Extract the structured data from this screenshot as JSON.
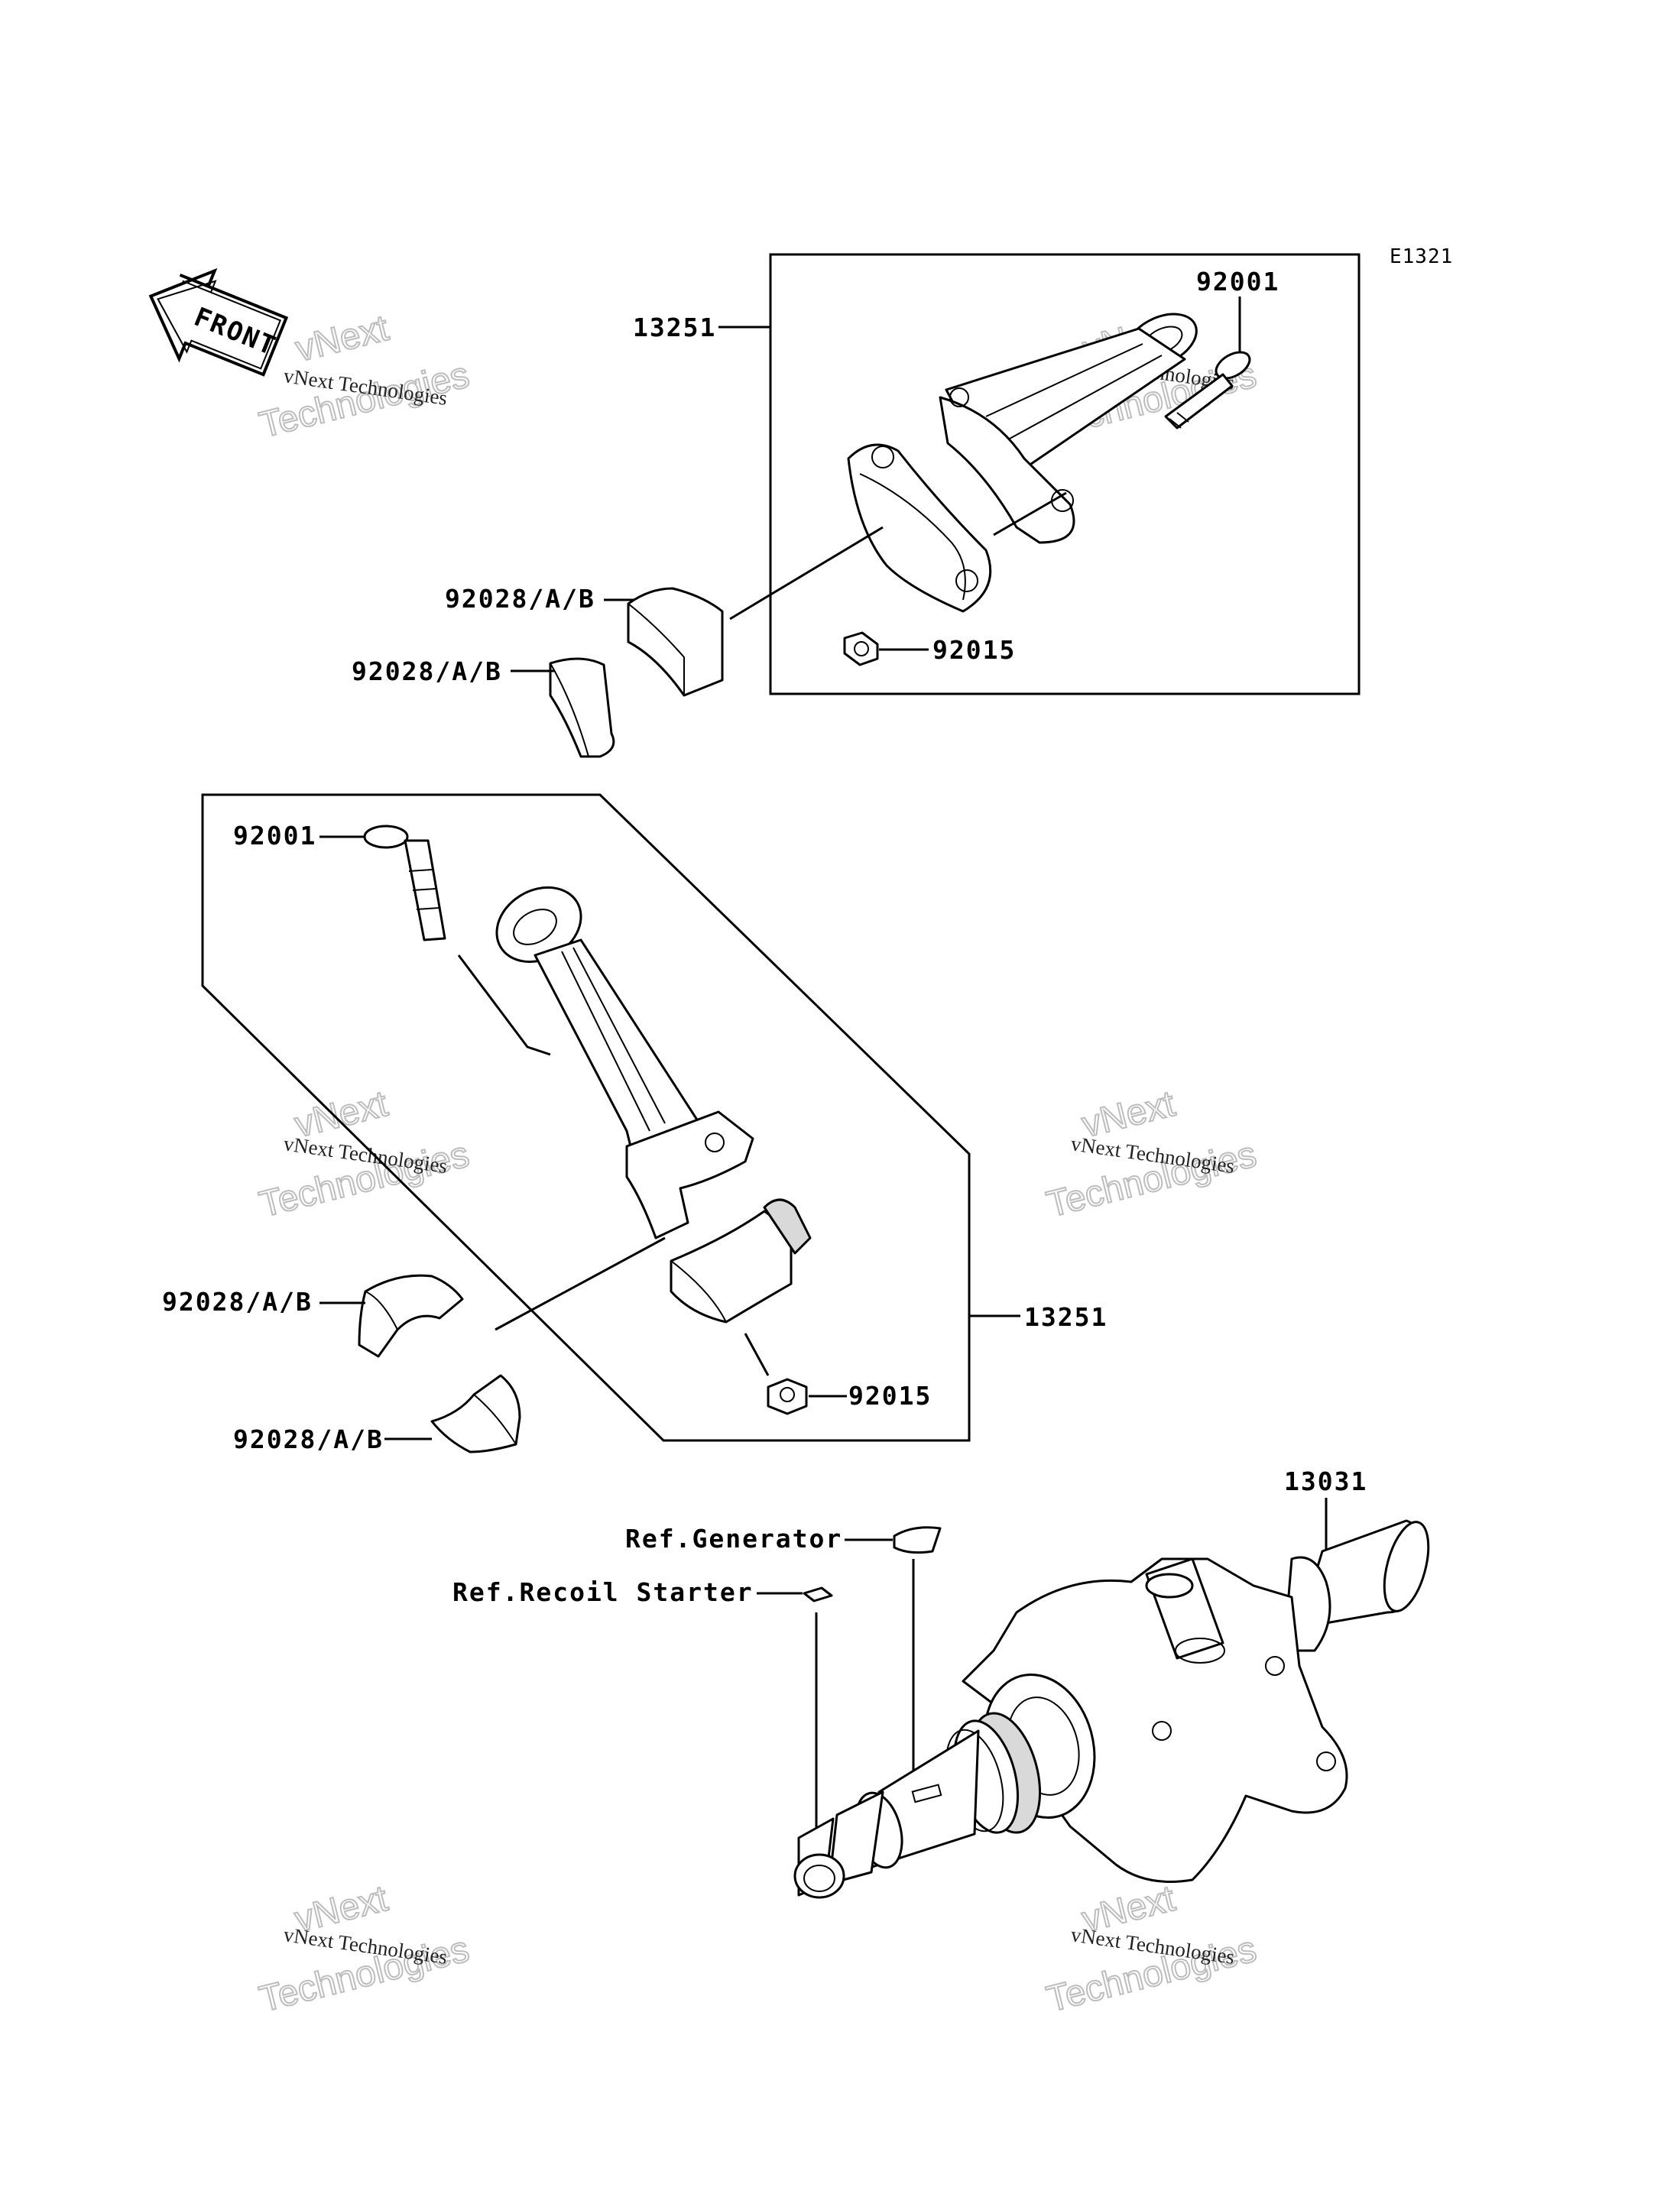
{
  "figure_code": "E1321",
  "front_arrow_label": "FRONT",
  "watermark": {
    "brand": "vNext",
    "company": "Technologies",
    "full": "vNext Technologies"
  },
  "callouts": {
    "upper_rod_assembly": "13251",
    "upper_bolt": "92001",
    "upper_nut": "92015",
    "upper_bearing_1": "92028/A/B",
    "upper_bearing_2": "92028/A/B",
    "lower_bolt": "92001",
    "lower_rod_assembly": "13251",
    "lower_nut": "92015",
    "lower_bearing_1": "92028/A/B",
    "lower_bearing_2": "92028/A/B",
    "crankshaft": "13031",
    "ref_generator": "Ref.Generator",
    "ref_recoil_starter": "Ref.Recoil Starter"
  }
}
